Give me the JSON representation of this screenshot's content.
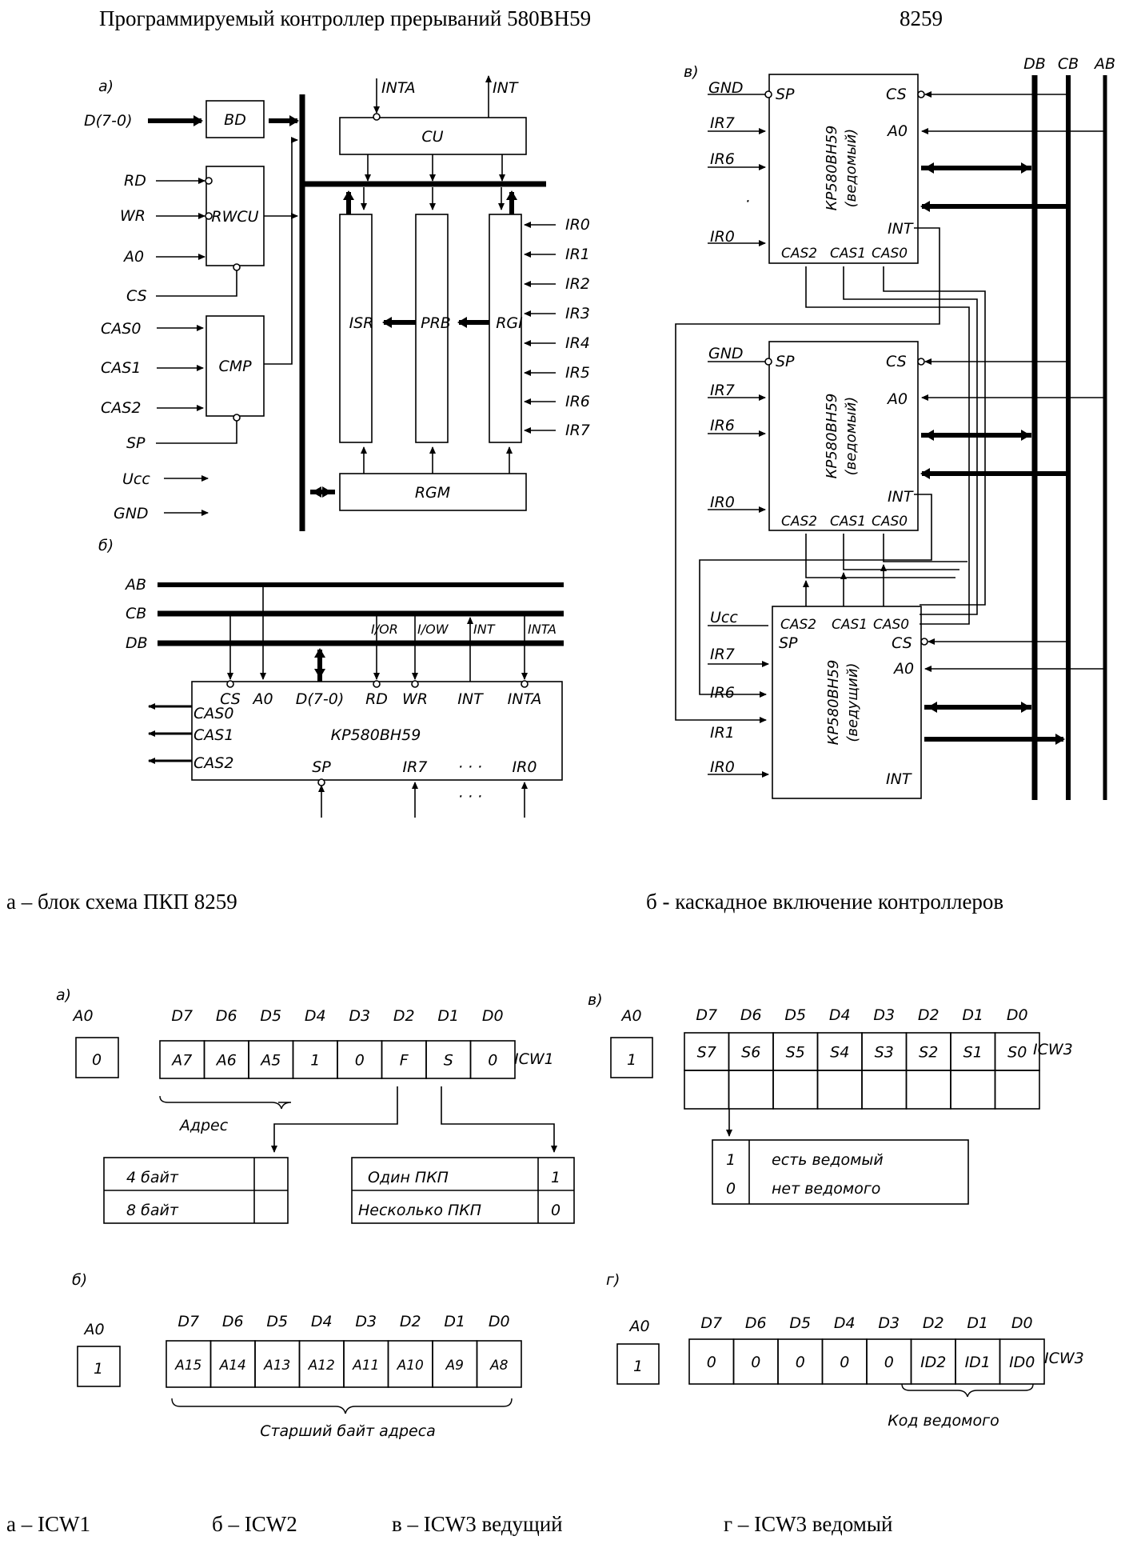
{
  "header": {
    "title": "Программируемый  контроллер прерываний 580ВН59",
    "code": "8259"
  },
  "captions": {
    "top_a": "а – блок схема ПКП 8259",
    "top_b": "б - каскадное включение контроллеров",
    "bottom_a": "а – ICW1",
    "bottom_b": "б – ICW2",
    "bottom_v": "в – ICW3  ведущий",
    "bottom_g": "г – ICW3  ведомый"
  },
  "block_diagram": {
    "label": "а)",
    "blocks": {
      "bd": "BD",
      "rwcu": "RWCU",
      "cmp": "CMP",
      "cu": "CU",
      "isr": "ISR",
      "prb": "PRB",
      "rgi": "RGI",
      "rgm": "RGM"
    },
    "signals": {
      "data": "D(7-0)",
      "rd": "RD",
      "wr": "WR",
      "a0": "A0",
      "cs": "CS",
      "cas0": "CAS0",
      "cas1": "CAS1",
      "cas2": "CAS2",
      "sp": "SP",
      "ucc": "Ucc",
      "gnd": "GND",
      "inta": "INTA",
      "int": "INT"
    },
    "ir_inputs": [
      "IR0",
      "IR1",
      "IR2",
      "IR3",
      "IR4",
      "IR5",
      "IR6",
      "IR7"
    ]
  },
  "connection_diagram": {
    "label": "б)",
    "buses": [
      "AB",
      "CB",
      "DB"
    ],
    "bus_signals": [
      "I/OR",
      "I/OW",
      "INT",
      "INTA"
    ],
    "chip_name": "КР580ВН59",
    "pins_top": [
      "CS",
      "A0",
      "D(7-0)",
      "RD",
      "WR",
      "INT",
      "INTA"
    ],
    "pins_left": [
      "CAS0",
      "CAS1",
      "CAS2"
    ],
    "pins_bottom": [
      "SP",
      "IR7",
      "· · ·",
      "IR0"
    ],
    "dots": "· · ·"
  },
  "cascade_diagram": {
    "label": "в)",
    "buses": [
      "DB",
      "CB",
      "AB"
    ],
    "slave1": {
      "chip": "КР580ВН59",
      "role": "(ведомый)",
      "gnd": "GND",
      "sp": "SP",
      "cs": "CS",
      "a0": "A0",
      "int": "INT",
      "ir": [
        "IR7",
        "IR6",
        "IR0"
      ],
      "cas": [
        "CAS2",
        "CAS1",
        "CAS0"
      ]
    },
    "slave2": {
      "chip": "КР580ВН59",
      "role": "(ведомый)",
      "gnd": "GND",
      "sp": "SP",
      "cs": "CS",
      "a0": "A0",
      "int": "INT",
      "ir": [
        "IR7",
        "IR6",
        "IR0"
      ],
      "cas": [
        "CAS2",
        "CAS1",
        "CAS0"
      ]
    },
    "master": {
      "chip": "КР580ВН59",
      "role": "(ведущий)",
      "ucc": "Ucc",
      "sp": "SP",
      "cs": "CS",
      "a0": "A0",
      "int": "INT",
      "ir": [
        "IR7",
        "IR6",
        "IR1",
        "IR0"
      ],
      "cas": [
        "CAS2",
        "CAS1",
        "CAS0"
      ]
    }
  },
  "icw1": {
    "label": "а)",
    "a0_label": "A0",
    "a0_value": "0",
    "headers": [
      "D7",
      "D6",
      "D5",
      "D4",
      "D3",
      "D2",
      "D1",
      "D0"
    ],
    "cells": [
      "A7",
      "A6",
      "A5",
      "1",
      "0",
      "F",
      "S",
      "0"
    ],
    "name": "ICW1",
    "brace_label": "Адрес",
    "f_options": [
      "4 байт",
      "8 байт"
    ],
    "s_options": [
      {
        "text": "Один ПКП",
        "value": "1"
      },
      {
        "text": "Несколько ПКП",
        "value": "0"
      }
    ]
  },
  "icw2": {
    "label": "б)",
    "a0_label": "A0",
    "a0_value": "1",
    "headers": [
      "D7",
      "D6",
      "D5",
      "D4",
      "D3",
      "D2",
      "D1",
      "D0"
    ],
    "cells": [
      "A15",
      "A14",
      "A13",
      "A12",
      "A11",
      "A10",
      "A9",
      "A8"
    ],
    "brace_label": "Старший байт адреса"
  },
  "icw3_master": {
    "label": "в)",
    "a0_label": "A0",
    "a0_value": "1",
    "headers": [
      "D7",
      "D6",
      "D5",
      "D4",
      "D3",
      "D2",
      "D1",
      "D0"
    ],
    "cells": [
      "S7",
      "S6",
      "S5",
      "S4",
      "S3",
      "S2",
      "S1",
      "S0"
    ],
    "name": "ICW3",
    "legend": [
      {
        "value": "1",
        "text": "есть ведомый"
      },
      {
        "value": "0",
        "text": "нет ведомого"
      }
    ]
  },
  "icw3_slave": {
    "label": "г)",
    "a0_label": "A0",
    "a0_value": "1",
    "headers": [
      "D7",
      "D6",
      "D5",
      "D4",
      "D3",
      "D2",
      "D1",
      "D0"
    ],
    "cells": [
      "0",
      "0",
      "0",
      "0",
      "0",
      "ID2",
      "ID1",
      "ID0"
    ],
    "name": "ICW3",
    "brace_label": "Код ведомого"
  }
}
